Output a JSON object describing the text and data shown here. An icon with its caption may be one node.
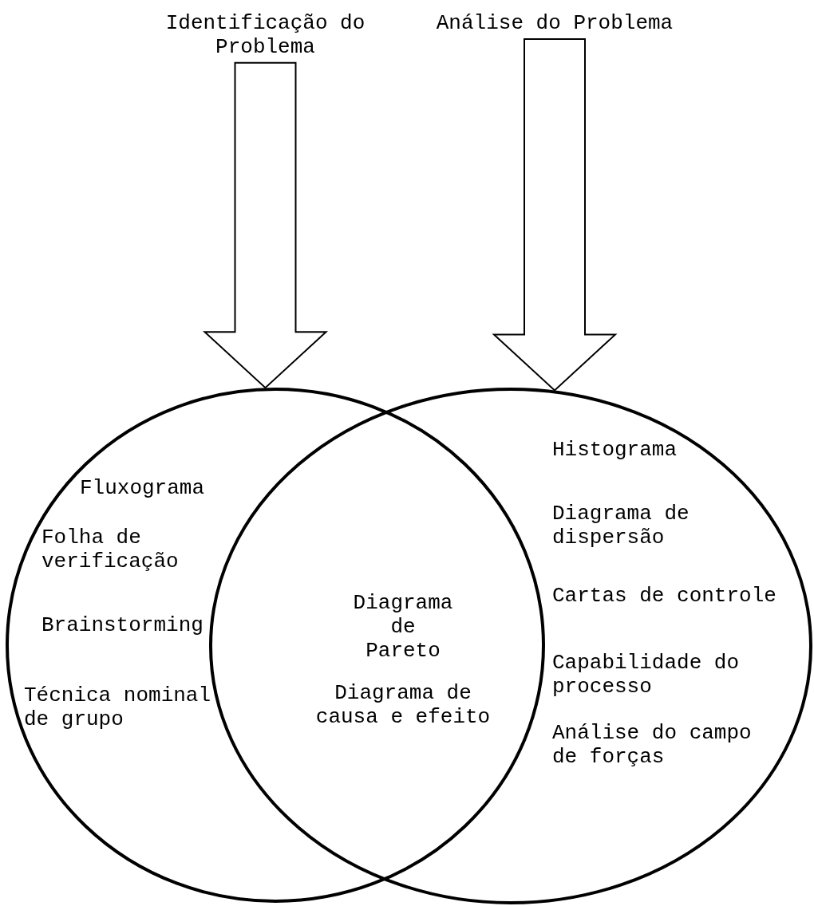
{
  "diagram": {
    "nodes": [
      {
        "text": [
          "Identificação do Problema"
        ]
      },
      {
        "text": [
          "Análise do Problema"
        ]
      },
      {
        "text": [],
        "shape": "circle"
      },
      {
        "text": [],
        "shape": "circle"
      }
    ],
    "edges": [
      {
        "from": 0,
        "to": 2,
        "arrow": "to"
      },
      {
        "from": 1,
        "to": 3,
        "arrow": "to"
      }
    ],
    "labels": [
      "Fluxograma",
      "Folha de verificação",
      "Brainstorming",
      "Técnica nominal de grupo",
      "Diagrama de Pareto",
      "Diagrama de causa e efeito",
      "Histograma",
      "Diagrama de dispersão",
      "Cartas de controle",
      "Capabilidade do processo",
      "Análise do campo de forças"
    ]
  }
}
